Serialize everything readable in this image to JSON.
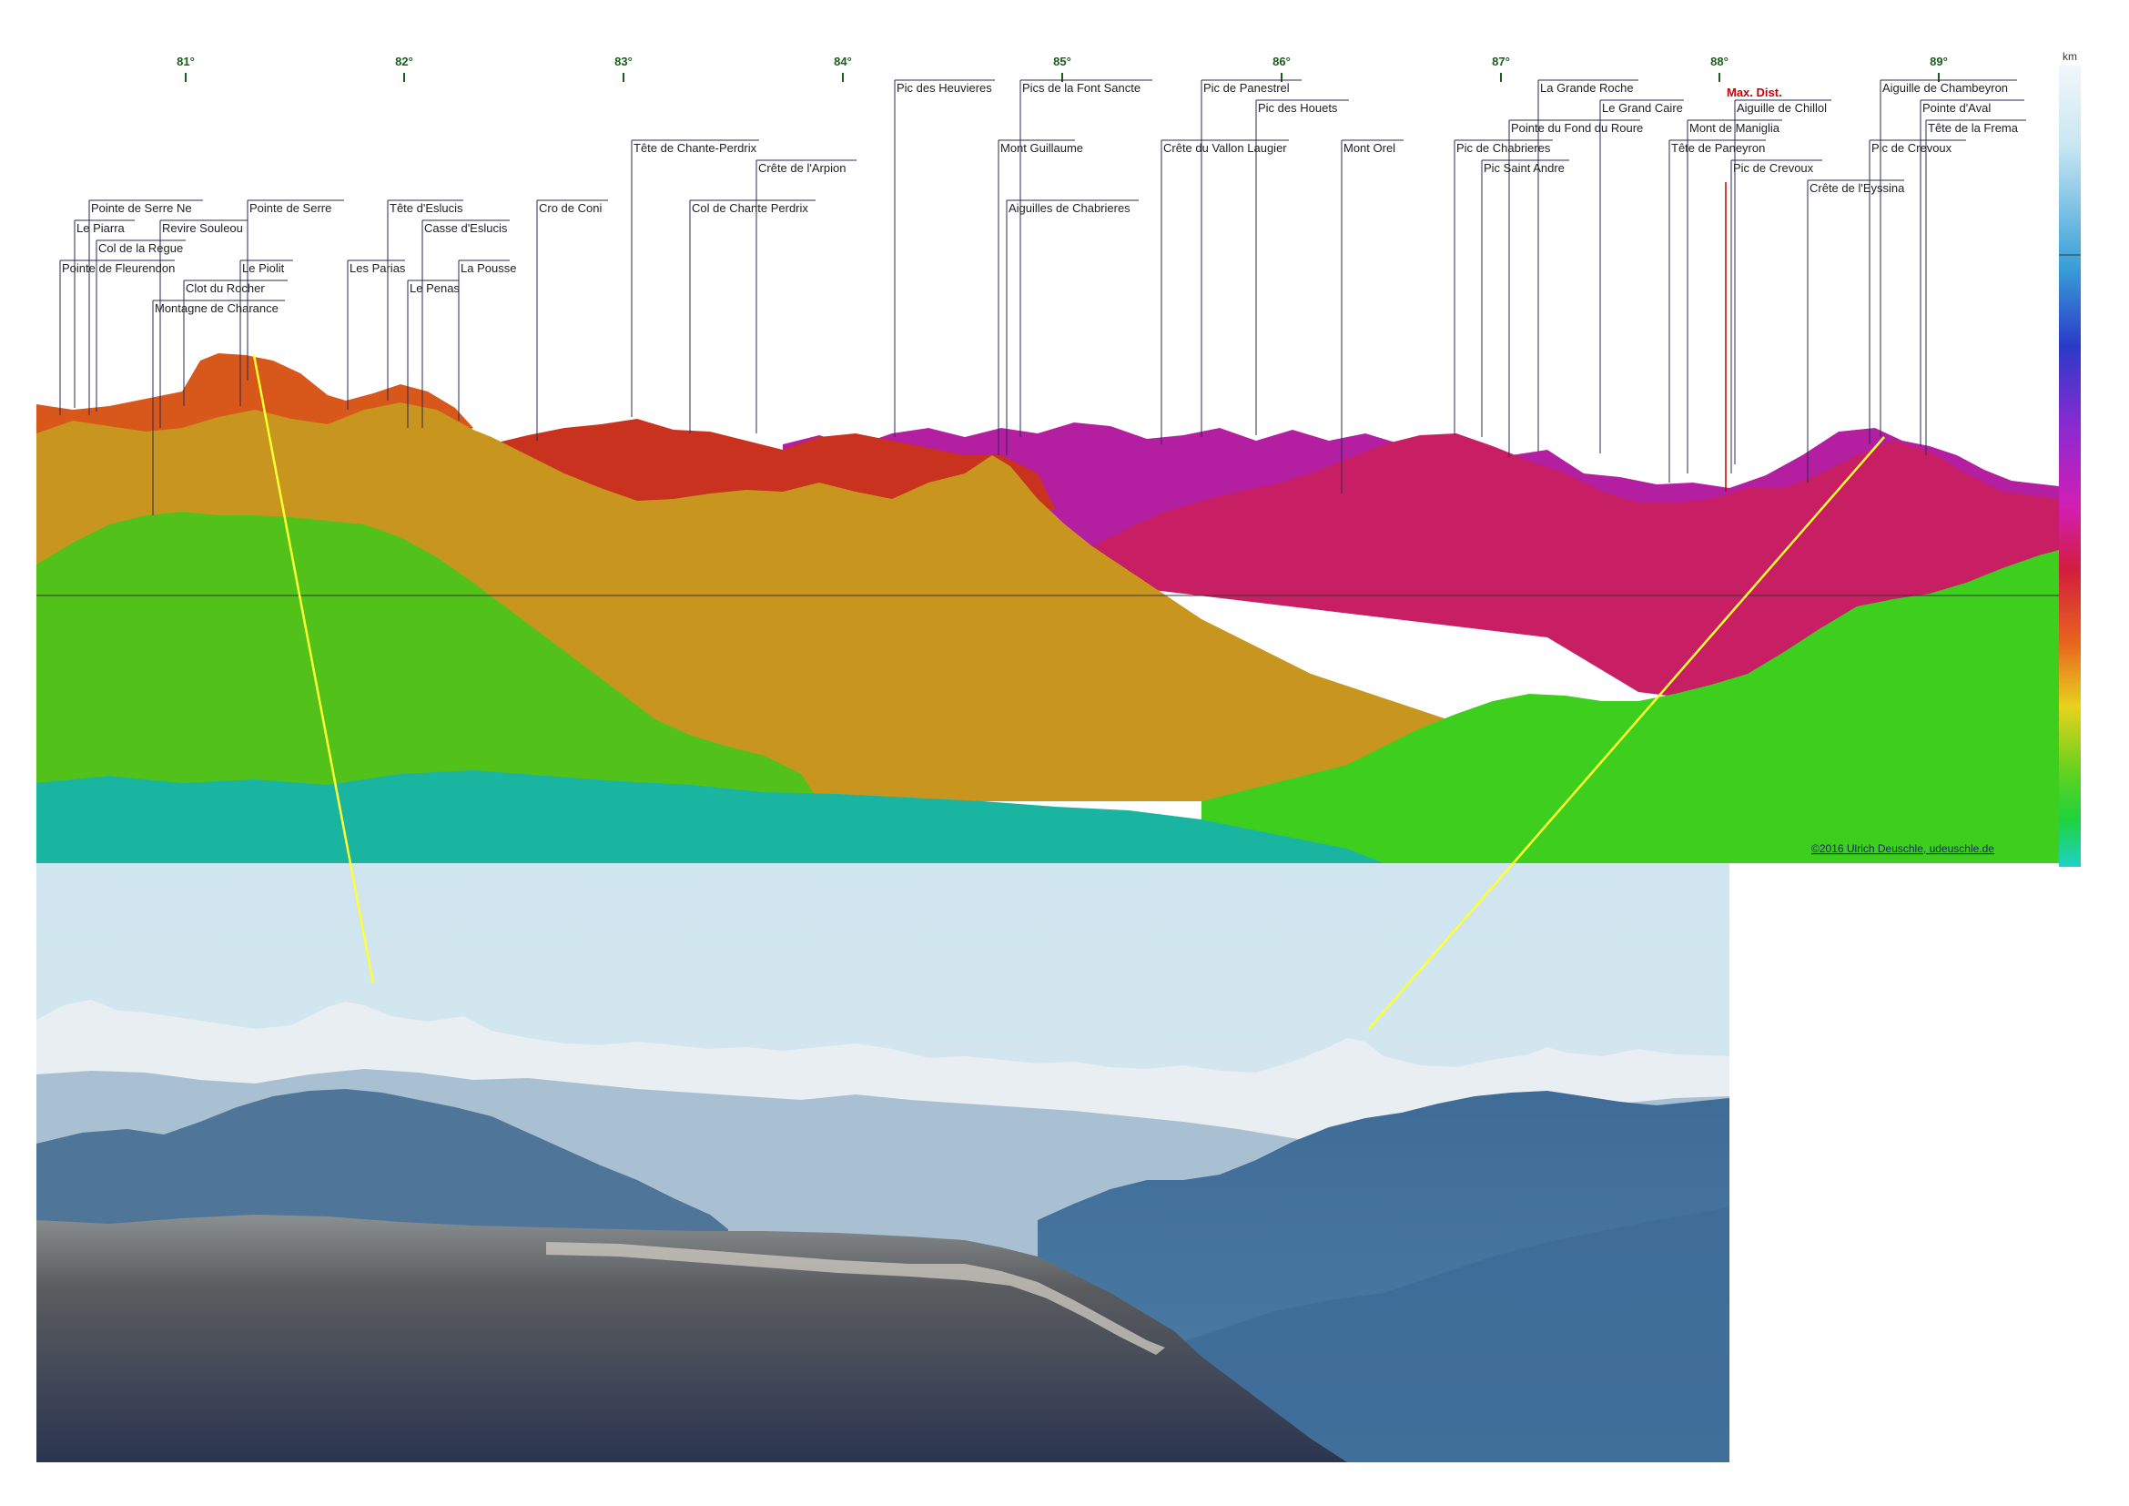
{
  "axis": {
    "degree_labels": [
      "81°",
      "82°",
      "83°",
      "84°",
      "85°",
      "86°",
      "87°",
      "88°",
      "89°"
    ],
    "scale_unit": "km"
  },
  "copyright": "©2016 Ulrich Deuschle, udeuschle.de",
  "max_dist_label": "Max. Dist.",
  "peaks": [
    "Pointe de Serre Ne",
    "Pointe de Serre",
    "Le Piarra",
    "Revire Souleou",
    "Col de la Regue",
    "Pointe de Fleurendon",
    "Le Piolit",
    "Clot du Rocher",
    "Montagne de Charance",
    "Tête d'Eslucis",
    "Casse d'Eslucis",
    "Les Parias",
    "La Pousse",
    "Le Penas",
    "Cro de Coni",
    "Tête de Chante-Perdrix",
    "Crête de l'Arpion",
    "Col de Chante Perdrix",
    "Pic des Heuvieres",
    "Pics de la Font Sancte",
    "Mont Guillaume",
    "Aiguilles de Chabrieres",
    "Pic de Panestrel",
    "Pic des Houets",
    "Crête du Vallon Laugier",
    "Mont Orel",
    "La Grande Roche",
    "Le Grand Caire",
    "Pointe du Fond du Roure",
    "Pic de Chabrieres",
    "Pic Saint Andre",
    "Aiguille de Chillol",
    "Mont de Maniglia",
    "Tête de Paneyron",
    "Pic de Crevoux",
    "Crête de l'Eyssina",
    "Aiguille de Chambeyron",
    "Pointe d'Aval",
    "Tête de la Frema",
    "Pic de Crevoux"
  ],
  "colors": {
    "sky": "#cfe4ee",
    "green_ridge": "#52c21a",
    "teal_ridge": "#1ab5a0",
    "ochre_ridge": "#c8961e",
    "orange_ridge": "#d7581a",
    "red_ridge": "#c8321e",
    "magenta_ridge": "#b41ea0",
    "crimson_ridge": "#c81e64",
    "pointer_line": "#ffff33",
    "max_dist": "#cc0000"
  }
}
